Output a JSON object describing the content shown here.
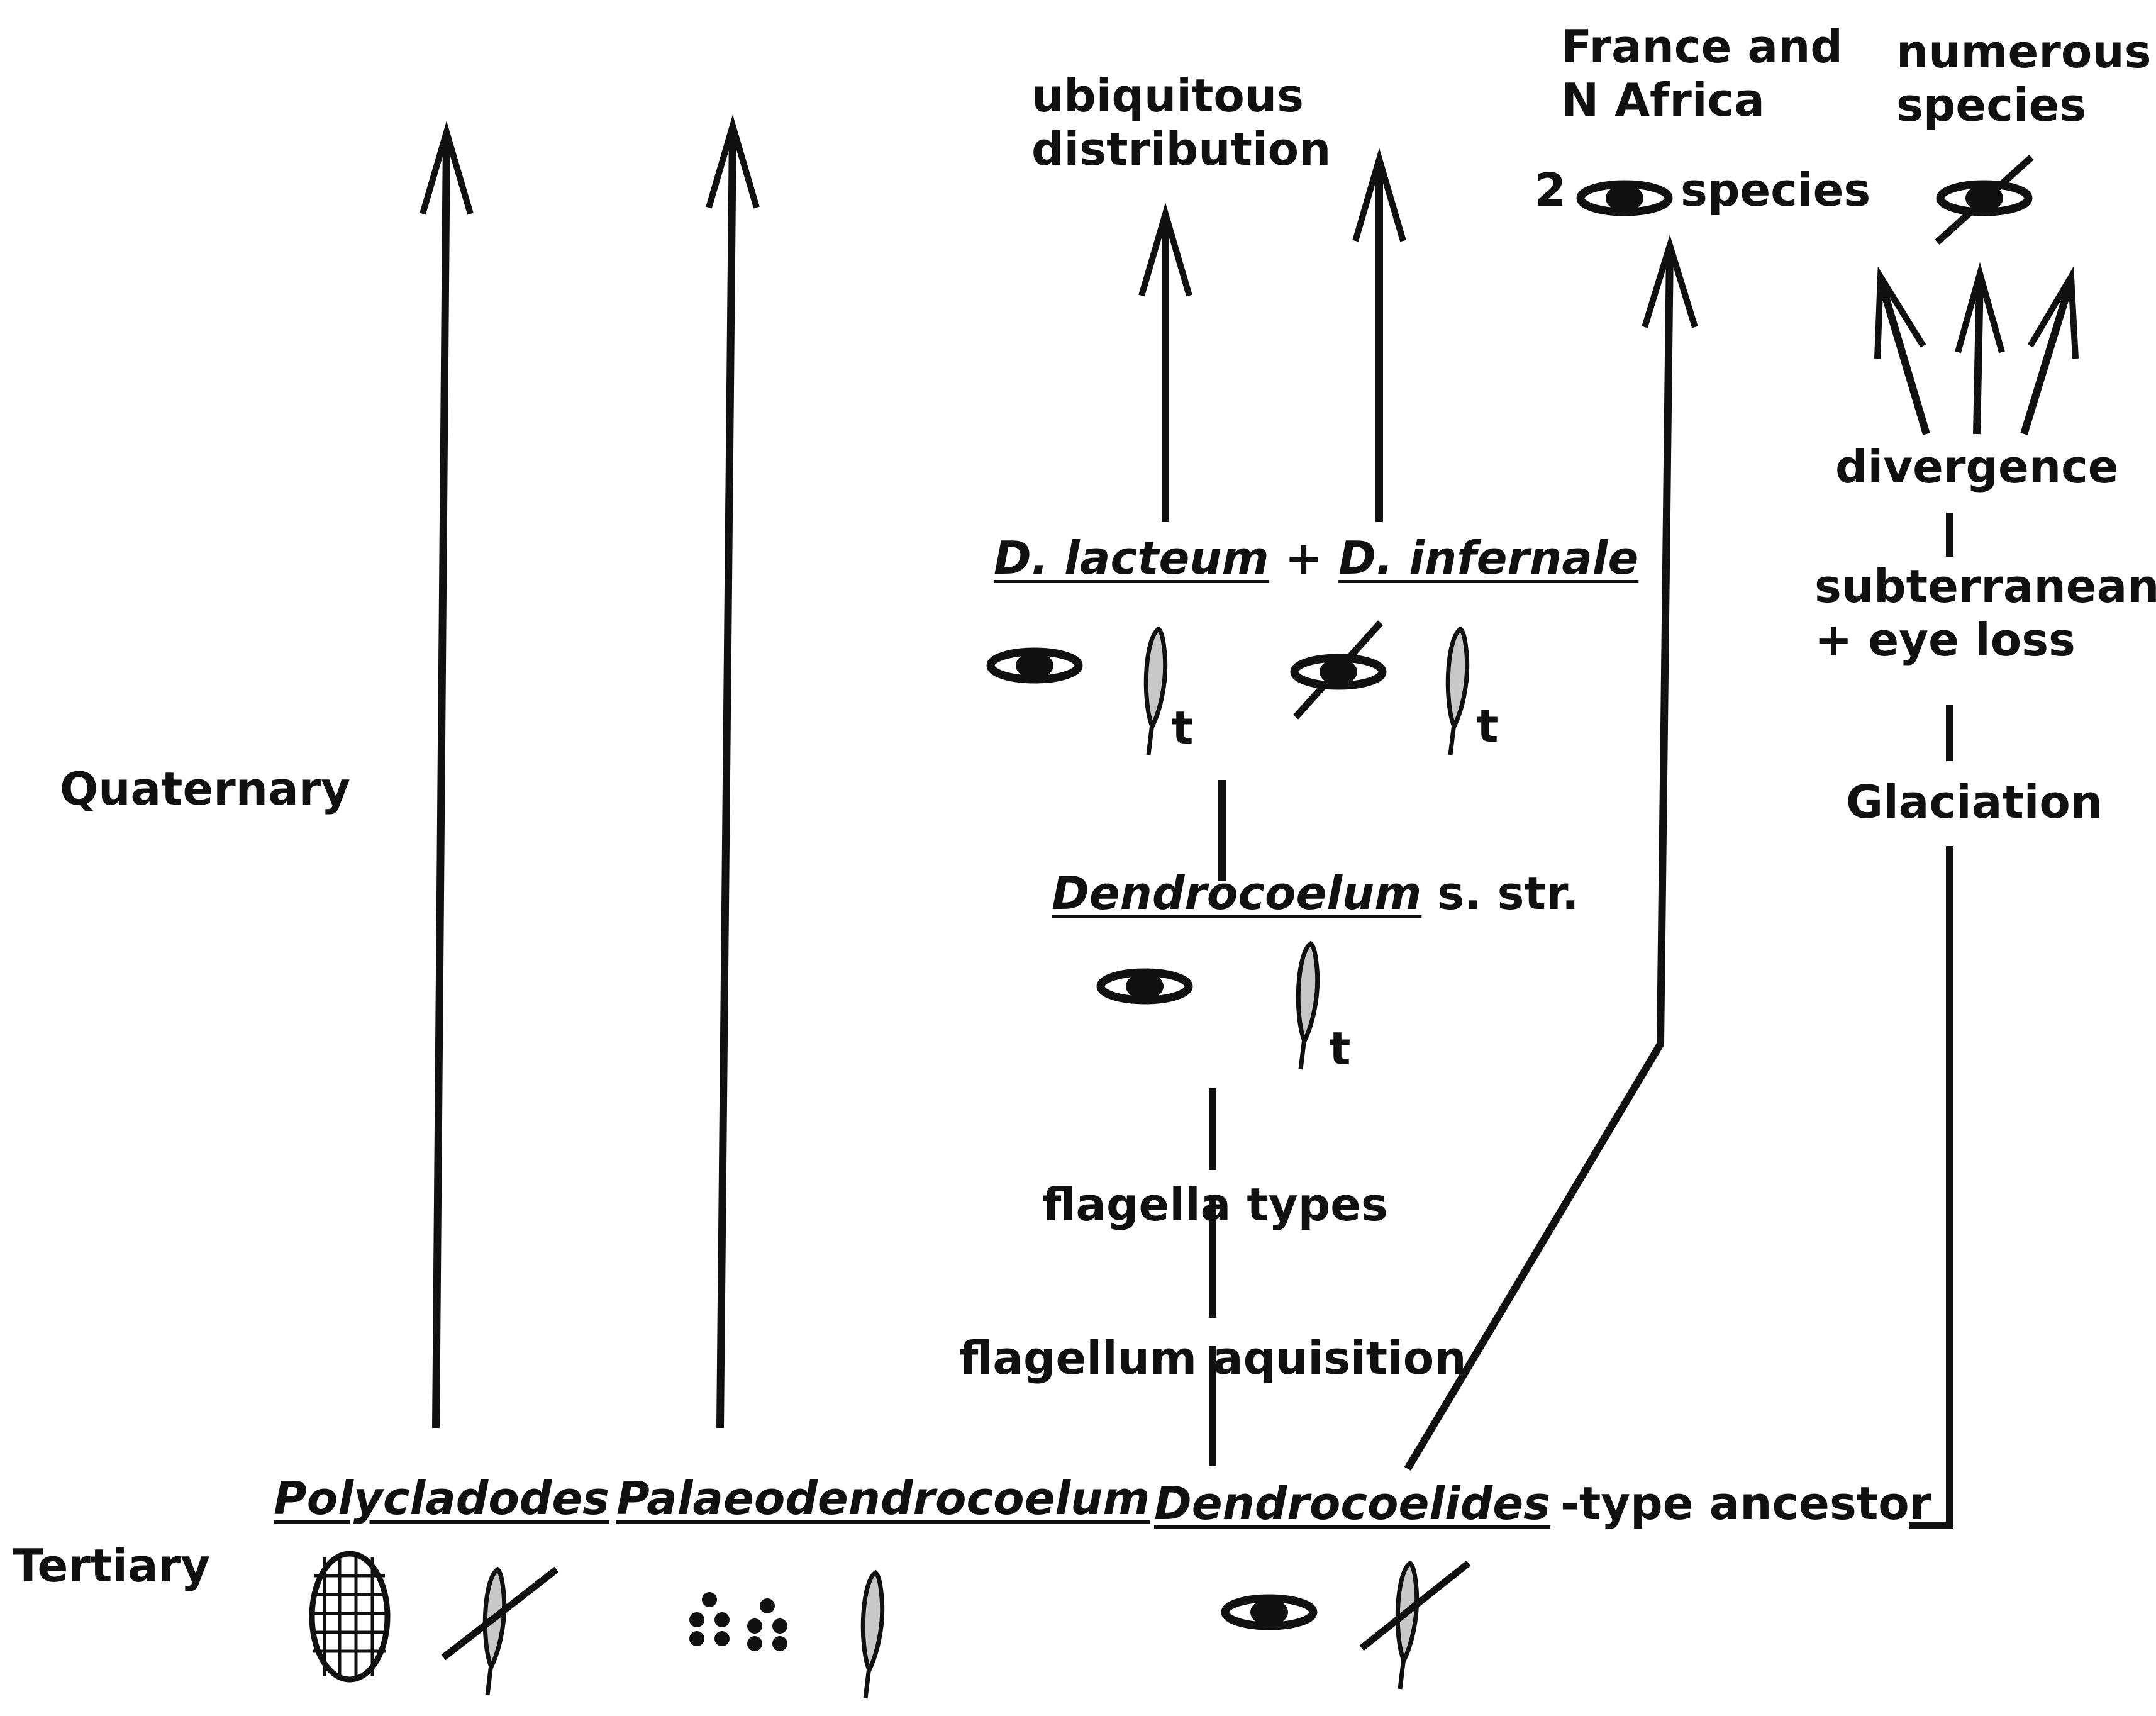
{
  "periods": {
    "quaternary": "Quaternary",
    "tertiary": "Tertiary"
  },
  "taxa": {
    "polycladodes": "Polycladodes",
    "palaeodendrocoelum": "Palaeodendrocoelum",
    "dendrocoelides": "Dendrocoelides",
    "type_ancestor": "-type ancestor",
    "dendrocoelum": "Dendrocoelum",
    "sensu_stricto": "s. str.",
    "d_lacteum": "D. lacteum",
    "plus": "+",
    "d_infernale": "D. infernale"
  },
  "events": {
    "flagellum_acquisition": "flagellum aquisition",
    "flagella_types": "flagella types",
    "glaciation": "Glaciation",
    "subterranean_line1": "subterranean",
    "subterranean_line2": "+ eye loss",
    "divergence": "divergence"
  },
  "outcomes": {
    "ubiquitous_line1": "ubiquitous",
    "ubiquitous_line2": "distribution",
    "france_line1": "France and",
    "france_line2": "N Africa",
    "france_count": "2",
    "france_species": "species",
    "numerous_line1": "numerous",
    "numerous_line2": "species"
  },
  "markers": {
    "t1": "t",
    "t2": "t",
    "t3": "t"
  },
  "icons": [
    "eye-icon",
    "eye-absent-icon",
    "testis-icon",
    "testis-absent-icon",
    "reticulate-intestine-icon",
    "dotted-cluster-icon"
  ],
  "colors": {
    "ink": "#111111",
    "fill_gray": "#c8c8c8"
  }
}
